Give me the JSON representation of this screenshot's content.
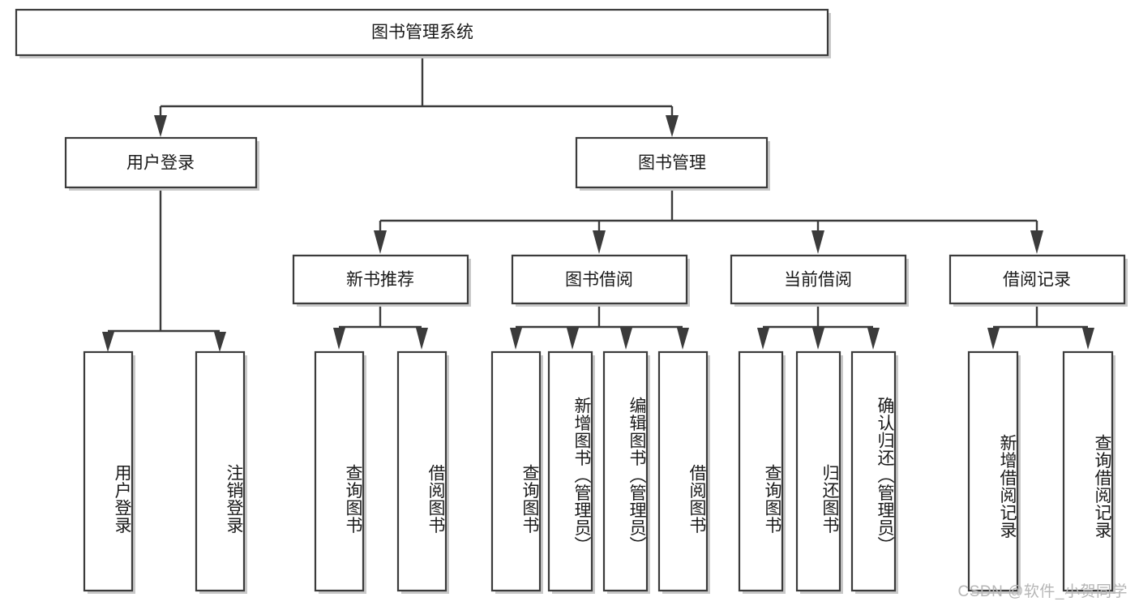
{
  "diagram": {
    "title": "图书管理系统",
    "type": "tree",
    "watermark": "CSDN @软件_小贺同学",
    "colors": {
      "box_stroke": "#3b3b3b",
      "box_fill": "#ffffff",
      "text": "#1a1a1a",
      "background": "#ffffff",
      "watermark": "#b6b6b6"
    },
    "root": {
      "label": "图书管理系统"
    },
    "level2": [
      {
        "label": "用户登录"
      },
      {
        "label": "图书管理"
      }
    ],
    "level3": [
      {
        "label": "新书推荐"
      },
      {
        "label": "图书借阅"
      },
      {
        "label": "当前借阅"
      },
      {
        "label": "借阅记录"
      }
    ],
    "leaves": {
      "user_login": [
        {
          "label": "用户登录"
        },
        {
          "label": "注销登录"
        }
      ],
      "new_book_recommend": [
        {
          "label": "查询图书"
        },
        {
          "label": "借阅图书"
        }
      ],
      "book_borrow": [
        {
          "label": "查询图书"
        },
        {
          "label": "新增图书（管理员）"
        },
        {
          "label": "编辑图书（管理员）"
        },
        {
          "label": "借阅图书"
        }
      ],
      "current_borrow": [
        {
          "label": "查询图书"
        },
        {
          "label": "归还图书"
        },
        {
          "label": "确认归还（管理员）"
        }
      ],
      "borrow_record": [
        {
          "label": "新增借阅记录"
        },
        {
          "label": "查询借阅记录"
        }
      ]
    }
  }
}
